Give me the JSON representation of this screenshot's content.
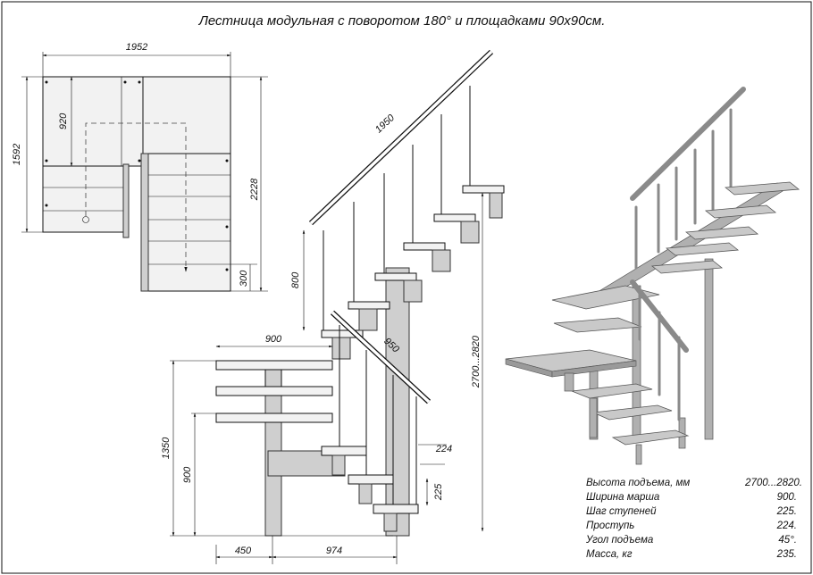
{
  "title": "Лестница модульная с поворотом 180° и площадками 90х90см.",
  "plan_dims": {
    "total_width": "1952",
    "total_depth": "1592",
    "landing_depth": "920",
    "run_length": "2228",
    "last_step": "300"
  },
  "elevation_dims": {
    "handrail_length": "1950",
    "handrail_height": "800",
    "rise_total": "2700...2820",
    "handrail_lower": "950",
    "landing_width": "900",
    "height_upper_landing": "1350",
    "height_lower_landing": "900",
    "going": "224",
    "riser": "225",
    "base_left": "450",
    "base_right": "974"
  },
  "specs": [
    {
      "label": "Высота подъема, мм",
      "value": "2700...2820."
    },
    {
      "label": "Ширина марша",
      "value": "900."
    },
    {
      "label": "Шаг ступеней",
      "value": "225."
    },
    {
      "label": "Проступь",
      "value": "224."
    },
    {
      "label": "Угол подъема",
      "value": "45°."
    },
    {
      "label": "Масса, кг",
      "value": "235."
    }
  ]
}
